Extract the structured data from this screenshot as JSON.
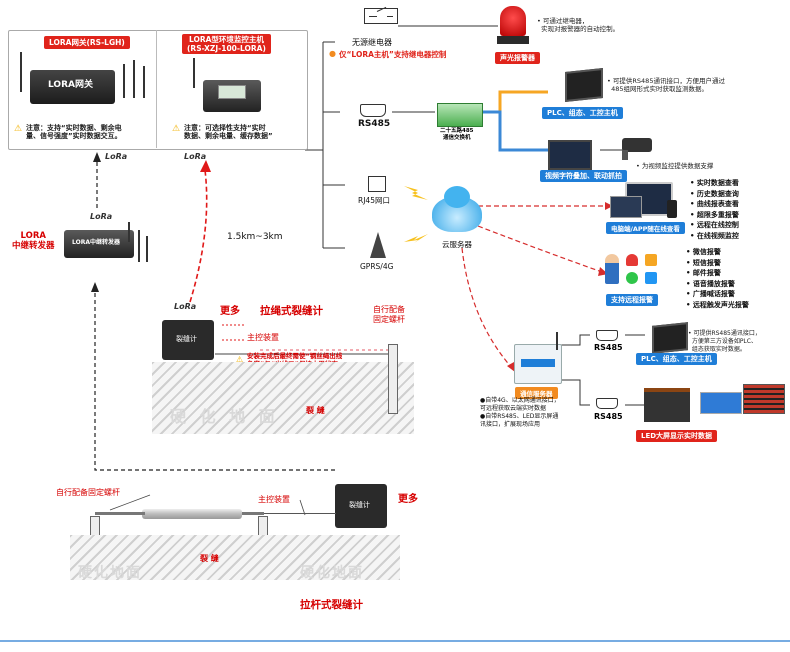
{
  "top_left_box": {
    "lgh_title": "LORA网关(RS-LGH)",
    "lgh_note": "注意：支持“实时数据、剩余电\n量、信号强度”实时数据交互。",
    "host_title": "LORA型环境监控主机\n(RS-XZJ-100-LORA)",
    "host_note": "注意：可选择性支持“实时\n数据、剩余电量、缓存数据”"
  },
  "lora_logo": "LoRa",
  "relay": {
    "label": "无源继电器",
    "note": "仅“LORA主机”支持继电器控制",
    "alarm_tag": "声光报警器",
    "alarm_desc": "• 可通过继电器，\n  实现对报警器的自动控制。"
  },
  "rs485": {
    "label": "RS485",
    "converter_label": "二十五路485\n通信交换机",
    "plc_tag": "PLC、组态、工控主机",
    "plc_desc": "• 可提供RS485通讯接口，方便用户通过\n  485组网形式实时获取监测数据。",
    "video_tag": "视频字符叠加、联动抓拍",
    "camera_desc": "• 为视频监控提供数据支撑"
  },
  "rj45": {
    "label": "RJ45网口"
  },
  "gprs": {
    "label": "GPRS/4G"
  },
  "cloud": {
    "label": "云服务器"
  },
  "pc_app": {
    "tag": "电脑端/APP随在线查看",
    "items": "• 实时数据查看\n• 历史数据查询\n• 曲线报表查看\n• 超限多重报警\n• 远程在线控制\n• 在线视频监控"
  },
  "remote_alarm": {
    "tag": "支持远程报警",
    "items": "• 微信报警\n• 短信报警\n• 邮件报警\n• 语音播放报警\n• 广播喊话报警\n• 远程触发声光报警"
  },
  "relay_station": {
    "title": "LORA\n中继转发器"
  },
  "distance": "1.5km~3km",
  "pull_rope": {
    "more": "更多",
    "title": "拉绳式裂缝计",
    "bolt": "自行配备\n固定螺杆",
    "main_device": "主控装置",
    "warning": "安装完成后最终需使“钢丝绳出线\n角度”与“出线口”保持水平状态，\n不要倾斜，以免影响测量精度。",
    "ground": "硬 化 地 面",
    "crack": "裂 缝",
    "device_label": "裂缝计"
  },
  "pull_rod": {
    "bolt": "自行配备固定螺杆",
    "main_device": "主控装置",
    "more": "更多",
    "ground_left": "硬化地面",
    "ground_right": "硬化地面",
    "crack": "裂 缝",
    "title": "拉杆式裂缝计",
    "device_label": "裂缝计"
  },
  "comm_server": {
    "label": "通信服务器",
    "desc": "●自带4G、以太网通讯接口，\n可远程获取云端实时数据\n●自带RS485、LED显示屏通\n讯接口，扩展现场应用",
    "rs485_1": "RS485",
    "rs485_2": "RS485",
    "plc_tag": "PLC、组态、工控主机",
    "plc_desc": "• 可提供RS485通讯接口，\n  方便第三方设备如PLC、\n  组态获取实时数据。",
    "led_tag": "LED大屏显示实时数据"
  },
  "colors": {
    "accent_blue": "#1f7ed8",
    "accent_red": "#e0241b",
    "accent_orange": "#f28b20"
  }
}
